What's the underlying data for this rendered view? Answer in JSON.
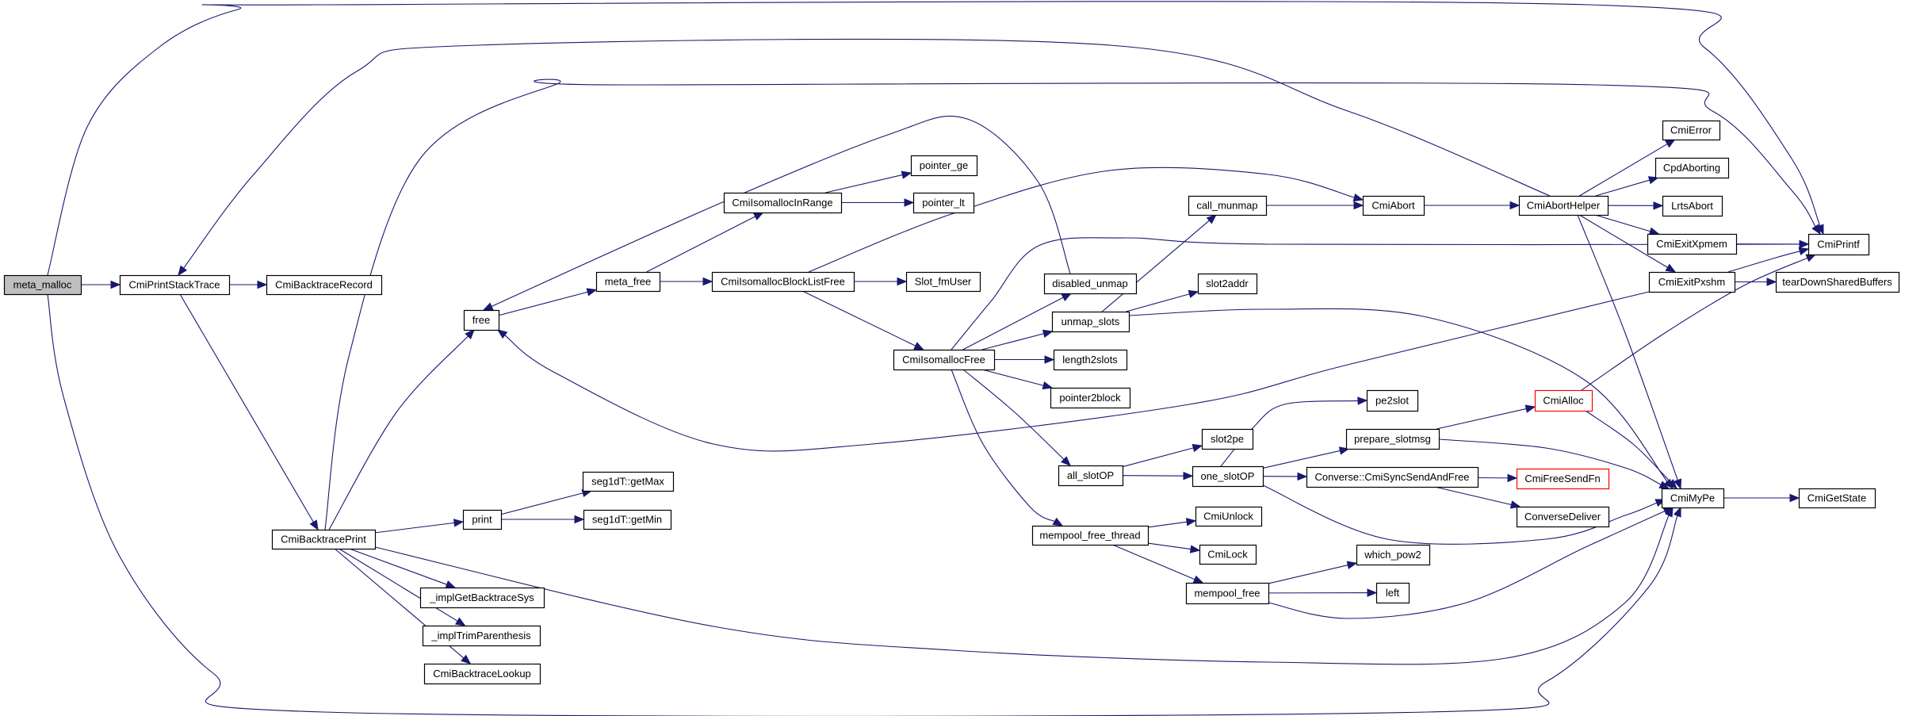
{
  "diagram": {
    "type": "call-graph",
    "root": "meta_malloc",
    "colors": {
      "edge": "#191970",
      "root_fill": "#bfbfbf",
      "node_border": "#000000",
      "truncated_border": "#ff0000"
    },
    "nodes": [
      {
        "id": "meta_malloc",
        "label": "meta_malloc",
        "style": "root"
      },
      {
        "id": "CmiPrintStackTrace",
        "label": "CmiPrintStackTrace"
      },
      {
        "id": "CmiBacktraceRecord",
        "label": "CmiBacktraceRecord"
      },
      {
        "id": "CmiBacktracePrint",
        "label": "CmiBacktracePrint"
      },
      {
        "id": "free",
        "label": "free"
      },
      {
        "id": "print",
        "label": "print"
      },
      {
        "id": "seg1dT_getMax",
        "label": "seg1dT::getMax"
      },
      {
        "id": "seg1dT_getMin",
        "label": "seg1dT::getMin"
      },
      {
        "id": "_implGetBacktraceSys",
        "label": "_implGetBacktraceSys"
      },
      {
        "id": "_implTrimParenthesis",
        "label": "_implTrimParenthesis"
      },
      {
        "id": "CmiBacktraceLookup",
        "label": "CmiBacktraceLookup"
      },
      {
        "id": "meta_free",
        "label": "meta_free"
      },
      {
        "id": "CmiIsomallocInRange",
        "label": "CmiIsomallocInRange"
      },
      {
        "id": "pointer_ge",
        "label": "pointer_ge"
      },
      {
        "id": "pointer_lt",
        "label": "pointer_lt"
      },
      {
        "id": "CmiIsomallocBlockListFree",
        "label": "CmiIsomallocBlockListFree"
      },
      {
        "id": "Slot_fmUser",
        "label": "Slot_fmUser"
      },
      {
        "id": "CmiIsomallocFree",
        "label": "CmiIsomallocFree"
      },
      {
        "id": "disabled_unmap",
        "label": "disabled_unmap"
      },
      {
        "id": "unmap_slots",
        "label": "unmap_slots"
      },
      {
        "id": "length2slots",
        "label": "length2slots"
      },
      {
        "id": "pointer2block",
        "label": "pointer2block"
      },
      {
        "id": "call_munmap",
        "label": "call_munmap"
      },
      {
        "id": "slot2addr",
        "label": "slot2addr"
      },
      {
        "id": "all_slotOP",
        "label": "all_slotOP"
      },
      {
        "id": "slot2pe",
        "label": "slot2pe"
      },
      {
        "id": "one_slotOP",
        "label": "one_slotOP"
      },
      {
        "id": "pe2slot",
        "label": "pe2slot"
      },
      {
        "id": "prepare_slotmsg",
        "label": "prepare_slotmsg"
      },
      {
        "id": "Converse_CmiSyncSendAndFree",
        "label": "Converse::CmiSyncSendAndFree"
      },
      {
        "id": "CmiAlloc",
        "label": "CmiAlloc",
        "style": "red"
      },
      {
        "id": "CmiFreeSendFn",
        "label": "CmiFreeSendFn",
        "style": "red"
      },
      {
        "id": "ConverseDeliver",
        "label": "ConverseDeliver"
      },
      {
        "id": "mempool_free_thread",
        "label": "mempool_free_thread"
      },
      {
        "id": "CmiUnlock",
        "label": "CmiUnlock"
      },
      {
        "id": "CmiLock",
        "label": "CmiLock"
      },
      {
        "id": "mempool_free",
        "label": "mempool_free"
      },
      {
        "id": "which_pow2",
        "label": "which_pow2"
      },
      {
        "id": "left",
        "label": "left"
      },
      {
        "id": "CmiAbort",
        "label": "CmiAbort"
      },
      {
        "id": "CmiAbortHelper",
        "label": "CmiAbortHelper"
      },
      {
        "id": "CmiError",
        "label": "CmiError"
      },
      {
        "id": "CpdAborting",
        "label": "CpdAborting"
      },
      {
        "id": "LrtsAbort",
        "label": "LrtsAbort"
      },
      {
        "id": "CmiExitXpmem",
        "label": "CmiExitXpmem"
      },
      {
        "id": "CmiExitPxshm",
        "label": "CmiExitPxshm"
      },
      {
        "id": "CmiPrintf",
        "label": "CmiPrintf"
      },
      {
        "id": "tearDownSharedBuffers",
        "label": "tearDownSharedBuffers"
      },
      {
        "id": "CmiMyPe",
        "label": "CmiMyPe"
      },
      {
        "id": "CmiGetState",
        "label": "CmiGetState"
      }
    ],
    "edges": [
      {
        "from": "meta_malloc",
        "to": "CmiPrintStackTrace"
      },
      {
        "from": "meta_malloc",
        "to": "CmiPrintf"
      },
      {
        "from": "meta_malloc",
        "to": "CmiMyPe"
      },
      {
        "from": "CmiPrintStackTrace",
        "to": "CmiBacktraceRecord"
      },
      {
        "from": "CmiPrintStackTrace",
        "to": "CmiBacktracePrint"
      },
      {
        "from": "CmiBacktracePrint",
        "to": "free"
      },
      {
        "from": "CmiBacktracePrint",
        "to": "print"
      },
      {
        "from": "CmiBacktracePrint",
        "to": "_implGetBacktraceSys"
      },
      {
        "from": "CmiBacktracePrint",
        "to": "_implTrimParenthesis"
      },
      {
        "from": "CmiBacktracePrint",
        "to": "CmiBacktraceLookup"
      },
      {
        "from": "CmiBacktracePrint",
        "to": "CmiPrintf"
      },
      {
        "from": "CmiBacktracePrint",
        "to": "CmiMyPe"
      },
      {
        "from": "print",
        "to": "seg1dT_getMax"
      },
      {
        "from": "print",
        "to": "seg1dT_getMin"
      },
      {
        "from": "free",
        "to": "meta_free"
      },
      {
        "from": "meta_free",
        "to": "CmiIsomallocInRange"
      },
      {
        "from": "meta_free",
        "to": "CmiIsomallocBlockListFree"
      },
      {
        "from": "CmiIsomallocInRange",
        "to": "pointer_ge"
      },
      {
        "from": "CmiIsomallocInRange",
        "to": "pointer_lt"
      },
      {
        "from": "CmiIsomallocBlockListFree",
        "to": "Slot_fmUser"
      },
      {
        "from": "CmiIsomallocBlockListFree",
        "to": "CmiIsomallocFree"
      },
      {
        "from": "CmiIsomallocBlockListFree",
        "to": "CmiAbort"
      },
      {
        "from": "CmiIsomallocFree",
        "to": "disabled_unmap"
      },
      {
        "from": "CmiIsomallocFree",
        "to": "unmap_slots"
      },
      {
        "from": "CmiIsomallocFree",
        "to": "length2slots"
      },
      {
        "from": "CmiIsomallocFree",
        "to": "pointer2block"
      },
      {
        "from": "CmiIsomallocFree",
        "to": "all_slotOP"
      },
      {
        "from": "CmiIsomallocFree",
        "to": "mempool_free_thread"
      },
      {
        "from": "CmiIsomallocFree",
        "to": "CmiPrintf"
      },
      {
        "from": "disabled_unmap",
        "to": "free"
      },
      {
        "from": "unmap_slots",
        "to": "call_munmap"
      },
      {
        "from": "unmap_slots",
        "to": "slot2addr"
      },
      {
        "from": "unmap_slots",
        "to": "CmiMyPe"
      },
      {
        "from": "call_munmap",
        "to": "CmiAbort"
      },
      {
        "from": "all_slotOP",
        "to": "slot2pe"
      },
      {
        "from": "all_slotOP",
        "to": "one_slotOP"
      },
      {
        "from": "one_slotOP",
        "to": "pe2slot"
      },
      {
        "from": "one_slotOP",
        "to": "prepare_slotmsg"
      },
      {
        "from": "one_slotOP",
        "to": "Converse_CmiSyncSendAndFree"
      },
      {
        "from": "one_slotOP",
        "to": "CmiMyPe"
      },
      {
        "from": "prepare_slotmsg",
        "to": "CmiAlloc"
      },
      {
        "from": "prepare_slotmsg",
        "to": "CmiMyPe"
      },
      {
        "from": "Converse_CmiSyncSendAndFree",
        "to": "CmiFreeSendFn"
      },
      {
        "from": "Converse_CmiSyncSendAndFree",
        "to": "ConverseDeliver"
      },
      {
        "from": "CmiAlloc",
        "to": "CmiPrintf"
      },
      {
        "from": "CmiAlloc",
        "to": "CmiMyPe"
      },
      {
        "from": "mempool_free_thread",
        "to": "CmiUnlock"
      },
      {
        "from": "mempool_free_thread",
        "to": "CmiLock"
      },
      {
        "from": "mempool_free_thread",
        "to": "mempool_free"
      },
      {
        "from": "mempool_free",
        "to": "which_pow2"
      },
      {
        "from": "mempool_free",
        "to": "left"
      },
      {
        "from": "mempool_free",
        "to": "CmiMyPe"
      },
      {
        "from": "CmiAbort",
        "to": "CmiAbortHelper"
      },
      {
        "from": "CmiAbortHelper",
        "to": "CmiPrintStackTrace"
      },
      {
        "from": "CmiAbortHelper",
        "to": "CmiError"
      },
      {
        "from": "CmiAbortHelper",
        "to": "CpdAborting"
      },
      {
        "from": "CmiAbortHelper",
        "to": "LrtsAbort"
      },
      {
        "from": "CmiAbortHelper",
        "to": "CmiExitXpmem"
      },
      {
        "from": "CmiAbortHelper",
        "to": "CmiExitPxshm"
      },
      {
        "from": "CmiAbortHelper",
        "to": "CmiMyPe"
      },
      {
        "from": "CmiExitXpmem",
        "to": "CmiPrintf"
      },
      {
        "from": "CmiExitPxshm",
        "to": "CmiPrintf"
      },
      {
        "from": "CmiExitPxshm",
        "to": "tearDownSharedBuffers"
      },
      {
        "from": "CmiExitPxshm",
        "to": "free"
      },
      {
        "from": "CmiMyPe",
        "to": "CmiGetState"
      }
    ]
  }
}
